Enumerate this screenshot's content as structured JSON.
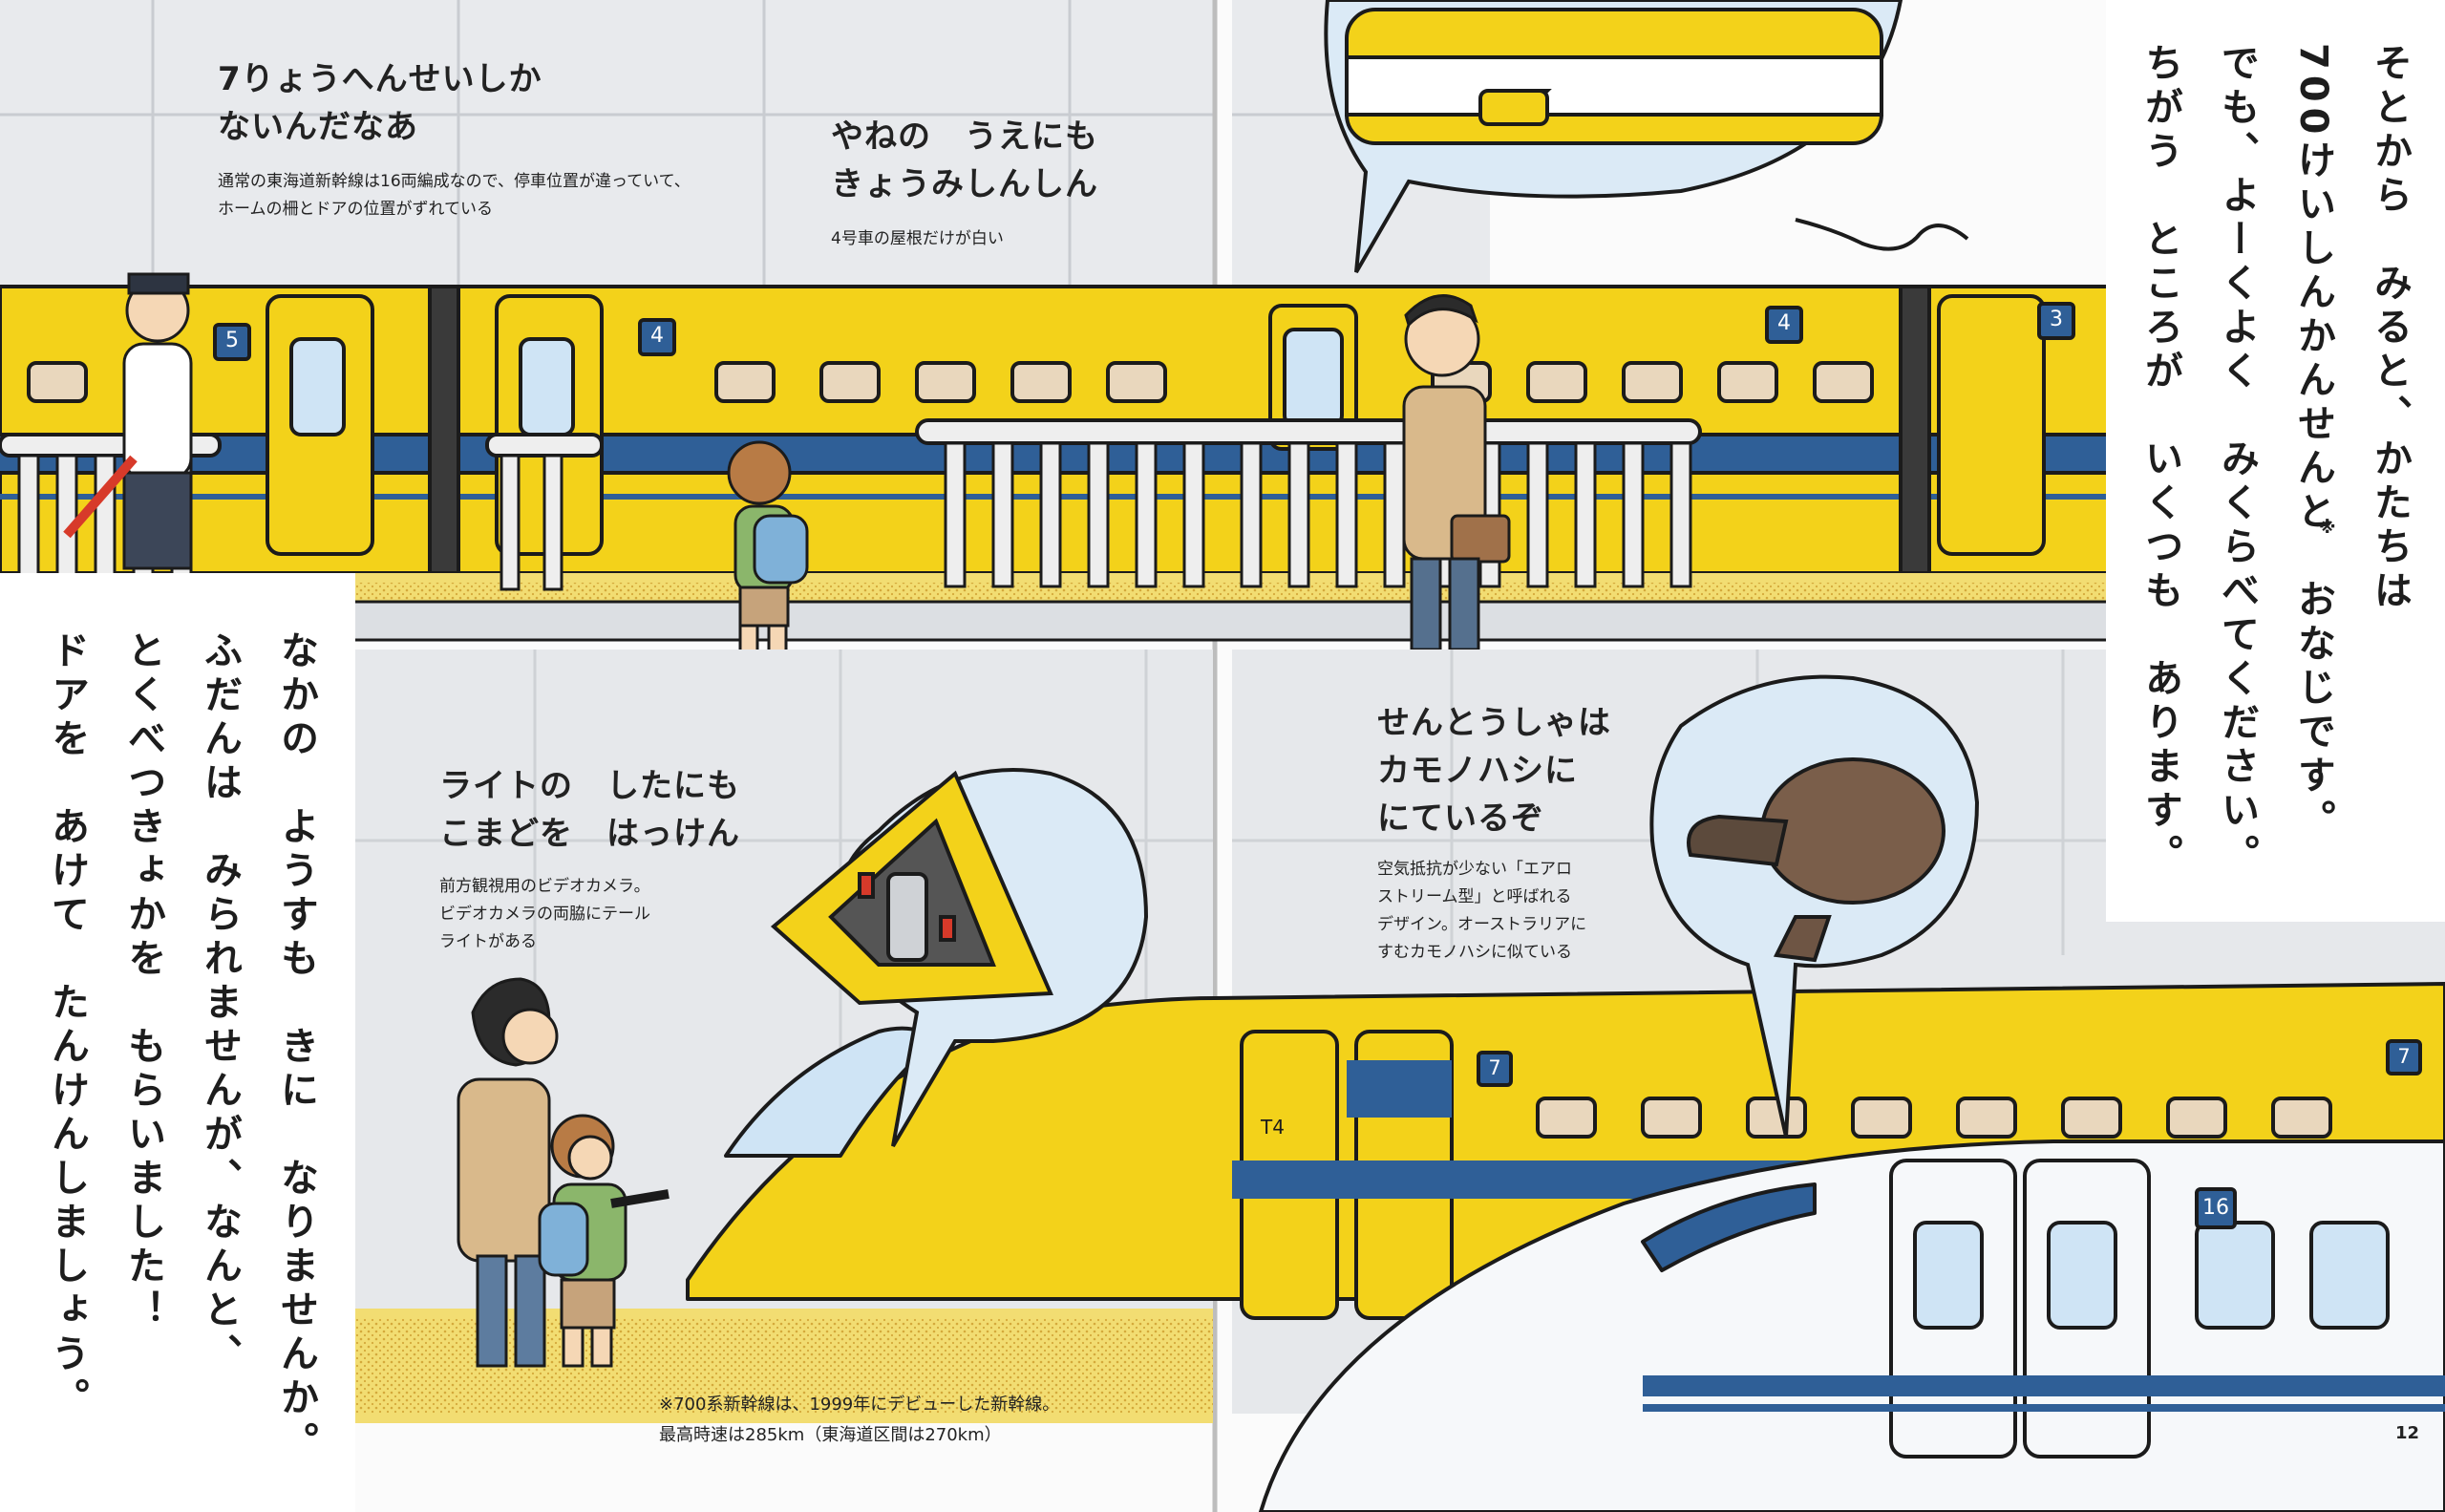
{
  "spread": {
    "page_number": "12",
    "colors": {
      "train_yellow": "#f3d21a",
      "stripe_blue": "#2f5f97",
      "platform_gray": "#dcdfe3",
      "platform_edge": "#f2dd72",
      "window_blue": "#cfe4f5",
      "n700_white": "#f6f8fa",
      "platypus_brown": "#7a5e4a"
    },
    "icons": [
      "station-staff-figure",
      "boy-backpack-figure",
      "man-looking-up-figure",
      "mother-figure",
      "child-pointing-figure",
      "platypus-icon",
      "pantograph-icon",
      "camera-icon"
    ]
  },
  "captions": {
    "seven_cars": {
      "heading_lines": [
        "7りょうへんせいしか",
        "ないんだなあ"
      ],
      "body_lines": [
        "通常の東海道新幹線は16両編成なので、停車位置が違っていて、",
        "ホームの柵とドアの位置がずれている"
      ]
    },
    "roof": {
      "heading_lines": [
        "やねの　うえにも",
        "きょうみしんしん"
      ],
      "body_lines": [
        "4号車の屋根だけが白い"
      ]
    },
    "window": {
      "heading_lines": [
        "ライトの　したにも",
        "こまどを　はっけん"
      ],
      "body_lines": [
        "前方観視用のビデオカメラ。",
        "ビデオカメラの両脇にテール",
        "ライトがある"
      ]
    },
    "platypus": {
      "heading_lines": [
        "せんとうしゃは",
        "カモノハシに",
        "にているぞ"
      ],
      "body_lines": [
        "空気抵抗が少ない「エアロ",
        "ストリーム型」と呼ばれる",
        "デザイン。オーストラリアに",
        "すむカモノハシに似ている"
      ]
    }
  },
  "main_text": {
    "top_right_columns": [
      "そとから　みると、かたちは",
      "700けいしんかんせんと　おなじです。",
      "でも、よーくよく　みくらべてください。",
      "ちがう　ところが　いくつも　あります。"
    ],
    "note_mark": "※",
    "left_columns": [
      "なかの　ようすも　きに　なりませんか。",
      "ふだんは　みられませんが、なんと、",
      "とくべつきょかを　もらいました！",
      "ドアを　あけて　たんけんしましょう。"
    ]
  },
  "footnote": {
    "lines": [
      "※700系新幹線は、1999年にデビューした新幹線。",
      "最高時速は285km（東海道区間は270km）"
    ]
  },
  "car_numbers": {
    "upper_left": [
      "5",
      "4"
    ],
    "upper_right": [
      "4",
      "3"
    ],
    "lower": [
      "7",
      "7",
      "16"
    ],
    "lead_car_marking": "T4"
  }
}
